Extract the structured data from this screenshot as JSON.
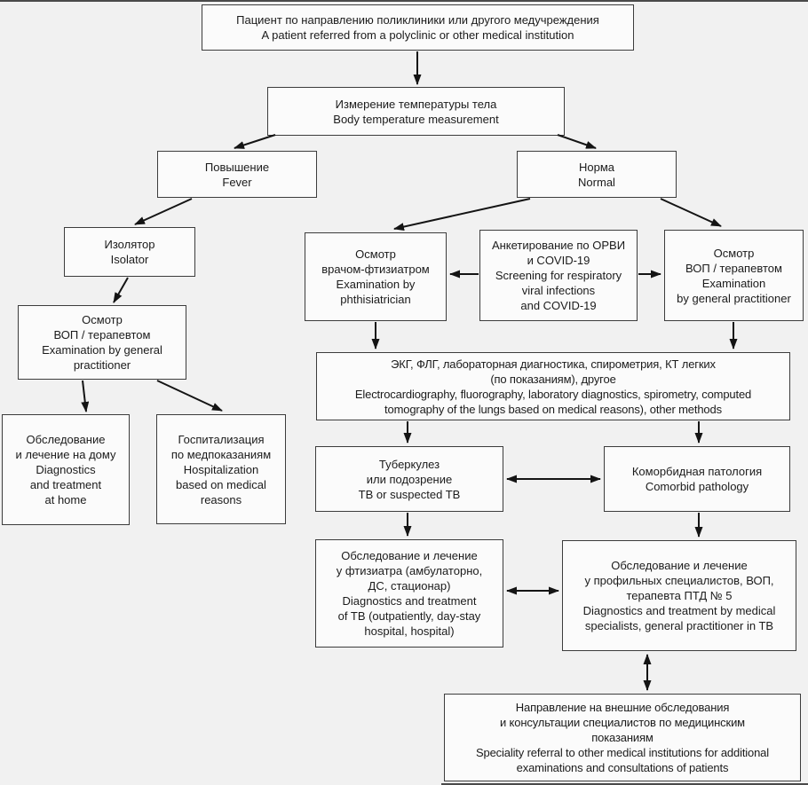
{
  "diagram": {
    "type": "flowchart",
    "language": "ru-en bilingual",
    "colors": {
      "background": "#f1f1f1",
      "node_fill": "#fbfbfb",
      "node_border": "#3c3c3c",
      "arrow": "#141414",
      "text": "#1b1b1b"
    },
    "nodes": {
      "patient": {
        "text": "Пациент по направлению поликлиники или другого медучреждения\nA patient referred from a polyclinic or other medical institution"
      },
      "temperature": {
        "text": "Измерение температуры тела\nBody temperature measurement"
      },
      "fever": {
        "text": "Повышение\nFever"
      },
      "normal": {
        "text": "Норма\nNormal"
      },
      "isolator": {
        "text": "Изолятор\nIsolator"
      },
      "gp_left": {
        "text": "Осмотр\nВОП / терапевтом\nExamination by general\npractitioner"
      },
      "home": {
        "text": "Обследование\nи лечение на дому\nDiagnostics\nand treatment\nat home"
      },
      "hospitalization": {
        "text": "Госпитализация\nпо медпоказаниям\nHospitalization\nbased on medical\nreasons"
      },
      "phthisiatrician": {
        "text": "Осмотр\nврачом-фтизиатром\nExamination by\nphthisiatrician"
      },
      "screening": {
        "text": "Анкетирование по ОРВИ\nи COVID-19\nScreening for respiratory\nviral infections\nand COVID-19"
      },
      "gp_right": {
        "text": "Осмотр\nВОП / терапевтом\nExamination\nby general practitioner"
      },
      "diagnostics": {
        "text": "ЭКГ, ФЛГ, лабораторная диагностика, спирометрия, КТ легких\n(по показаниям), другое\nElectrocardiography, fluorography, laboratory diagnostics, spirometry, computed\ntomography of the lungs based on medical reasons), other methods"
      },
      "tb": {
        "text": "Туберкулез\nили подозрение\nTB or suspected TB"
      },
      "comorbid": {
        "text": "Коморбидная патология\nComorbid pathology"
      },
      "tb_treatment": {
        "text": "Обследование и лечение\nу фтизиатра (амбулаторно,\nДС, стационар)\nDiagnostics and treatment\nof TB (outpatiently, day-stay\nhospital, hospital)"
      },
      "specialist_treatment": {
        "text": "Обследование и лечение\nу профильных специалистов, ВОП,\nтерапевта ПТД № 5\nDiagnostics and treatment by medical\nspecialists, general practitioner in TB"
      },
      "referral": {
        "text": "Направление на внешние обследования\nи консультации специалистов по медицинским\nпоказаниям\nSpeciality referral to other medical institutions for additional\nexaminations and consultations of patients"
      }
    },
    "edges": [
      {
        "from": "patient",
        "to": "temperature",
        "bidirectional": false
      },
      {
        "from": "temperature",
        "to": "fever",
        "bidirectional": false
      },
      {
        "from": "temperature",
        "to": "normal",
        "bidirectional": false
      },
      {
        "from": "fever",
        "to": "isolator",
        "bidirectional": false
      },
      {
        "from": "isolator",
        "to": "gp_left",
        "bidirectional": false
      },
      {
        "from": "gp_left",
        "to": "home",
        "bidirectional": false
      },
      {
        "from": "gp_left",
        "to": "hospitalization",
        "bidirectional": false
      },
      {
        "from": "normal",
        "to": "phthisiatrician",
        "bidirectional": false
      },
      {
        "from": "normal",
        "to": "gp_right",
        "bidirectional": false
      },
      {
        "from": "screening",
        "to": "phthisiatrician",
        "bidirectional": false
      },
      {
        "from": "screening",
        "to": "gp_right",
        "bidirectional": false
      },
      {
        "from": "phthisiatrician",
        "to": "diagnostics",
        "bidirectional": false
      },
      {
        "from": "gp_right",
        "to": "diagnostics",
        "bidirectional": false
      },
      {
        "from": "diagnostics",
        "to": "tb",
        "bidirectional": false
      },
      {
        "from": "diagnostics",
        "to": "comorbid",
        "bidirectional": false
      },
      {
        "from": "tb",
        "to": "comorbid",
        "bidirectional": true
      },
      {
        "from": "tb",
        "to": "tb_treatment",
        "bidirectional": false
      },
      {
        "from": "comorbid",
        "to": "specialist_treatment",
        "bidirectional": false
      },
      {
        "from": "tb_treatment",
        "to": "specialist_treatment",
        "bidirectional": true
      },
      {
        "from": "specialist_treatment",
        "to": "referral",
        "bidirectional": true
      }
    ]
  }
}
